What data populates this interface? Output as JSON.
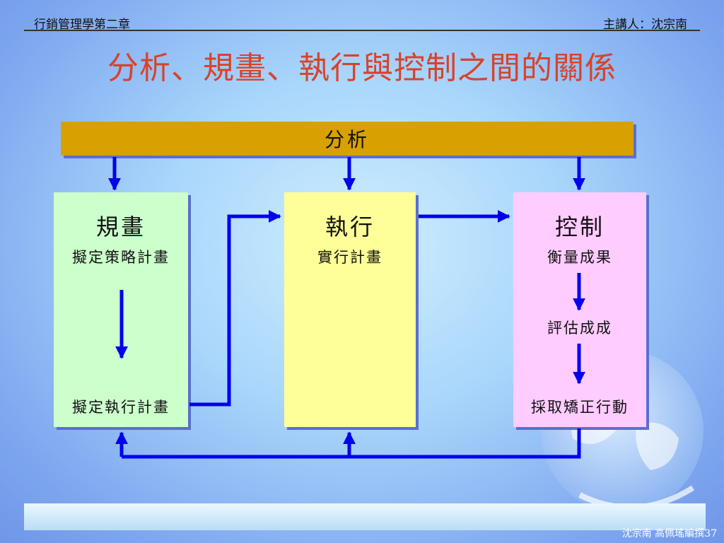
{
  "header": {
    "left": "行銷管理學第二章",
    "right": "主講人：沈宗南"
  },
  "title": "分析、規畫、執行與控制之間的關係",
  "analysis_bar": {
    "label": "分析"
  },
  "boxes": {
    "plan": {
      "heading": "規畫",
      "line1": "擬定策略計畫",
      "line2": "擬定執行計畫"
    },
    "exec": {
      "heading": "執行",
      "line1": "實行計畫"
    },
    "ctrl": {
      "heading": "控制",
      "line1": "衡量成果",
      "line2": "評估成成",
      "line3": "採取矯正行動"
    }
  },
  "footer": {
    "credit": "沈宗南 高佩瑤編撰37"
  },
  "colors": {
    "title": "#d8432a",
    "bar": "#d8a000",
    "plan_box": "#ccffcc",
    "exec_box": "#ffff99",
    "ctrl_box": "#ffccff",
    "arrows": "#0000ee"
  }
}
